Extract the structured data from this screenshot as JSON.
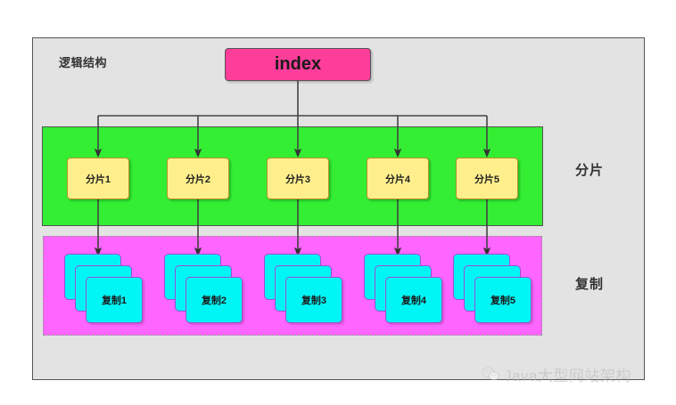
{
  "diagram": {
    "title": "逻辑结构",
    "root": {
      "label": "index",
      "color": "#ff3d9a"
    },
    "bands": [
      {
        "name": "shard-band",
        "side_label": "分片",
        "color": "#33ee33",
        "border_style": "solid"
      },
      {
        "name": "replica-band",
        "side_label": "复制",
        "color": "#ff66ff",
        "border_style": "dashed"
      }
    ],
    "shards": [
      {
        "label": "分片1"
      },
      {
        "label": "分片2"
      },
      {
        "label": "分片3"
      },
      {
        "label": "分片4"
      },
      {
        "label": "分片5"
      }
    ],
    "replicas": [
      {
        "label": "复制1",
        "copies": 3
      },
      {
        "label": "复制2",
        "copies": 3
      },
      {
        "label": "复制3",
        "copies": 3
      },
      {
        "label": "复制4",
        "copies": 3
      },
      {
        "label": "复制5",
        "copies": 3
      }
    ],
    "colors": {
      "canvas": "#ffffff",
      "panel": "#e3e3e3",
      "panel_border": "#555555",
      "index": "#ff3d9a",
      "shard_band": "#33ee33",
      "shard_box": "#ffef8c",
      "shard_box_border": "#b39428",
      "replica_band": "#ff66ff",
      "replica_card": "#00f5f5",
      "replica_card_border": "#9a4fd8",
      "connector": "#444444",
      "text": "#222222"
    }
  },
  "watermark": {
    "text": "Java大型网站架构",
    "icon": "wechat-icon"
  }
}
